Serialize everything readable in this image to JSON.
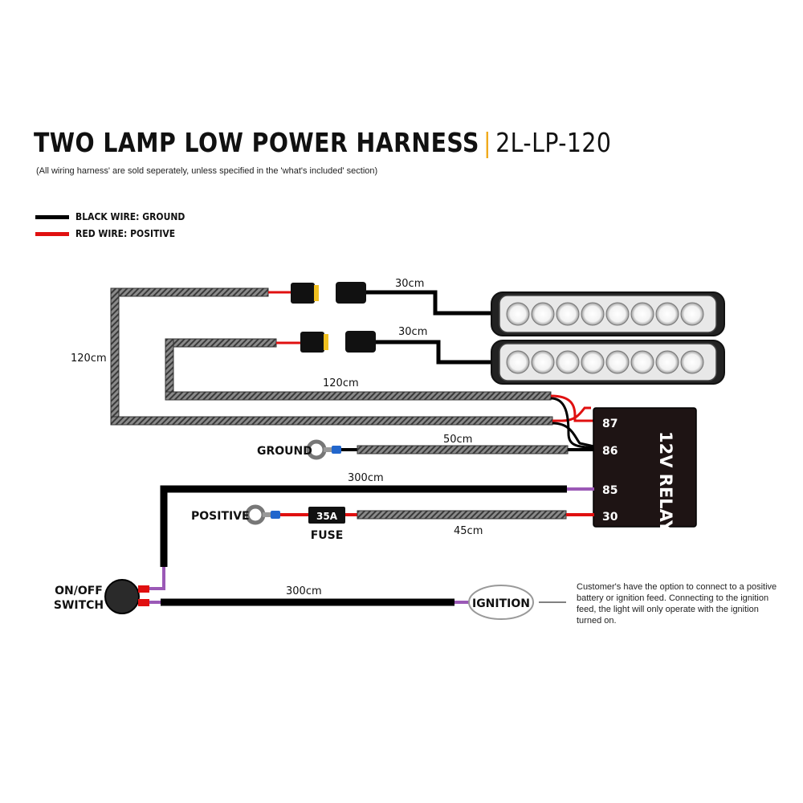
{
  "header": {
    "title": "TWO LAMP LOW POWER HARNESS",
    "separator": "|",
    "code": "2L-LP-120",
    "subtitle": "(All wiring harness' are sold seperately, unless specified in the 'what's included' section)"
  },
  "legend": {
    "items": [
      {
        "label": "BLACK WIRE: GROUND",
        "color": "#000000"
      },
      {
        "label": "RED WIRE: POSITIVE",
        "color": "#e01010"
      }
    ]
  },
  "lengths": {
    "lamp1_lead": "30cm",
    "lamp2_lead": "30cm",
    "outer_loop": "120cm",
    "inner_loop": "120cm",
    "ground_lead": "50cm",
    "switch_to_relay": "300cm",
    "fuse_lead": "45cm",
    "switch_to_ignition": "300cm"
  },
  "relay": {
    "label": "12V RELAY",
    "pins": [
      "87",
      "86",
      "85",
      "30"
    ]
  },
  "labels": {
    "ground": "GROUND",
    "positive": "POSITIVE",
    "fuse_rating": "35A",
    "fuse": "FUSE",
    "switch_line1": "ON/OFF",
    "switch_line2": "SWITCH",
    "ignition": "IGNITION"
  },
  "note": "Customer's have the option to connect to a positive battery or ignition feed. Connecting to the ignition feed, the light will only operate with the ignition turned on.",
  "colors": {
    "accent": "#f0a818",
    "wire_black": "#000000",
    "wire_red": "#e01010",
    "wire_purple": "#9b59b6",
    "connector_yellow": "#f0c020",
    "terminal_blue": "#2266cc"
  }
}
